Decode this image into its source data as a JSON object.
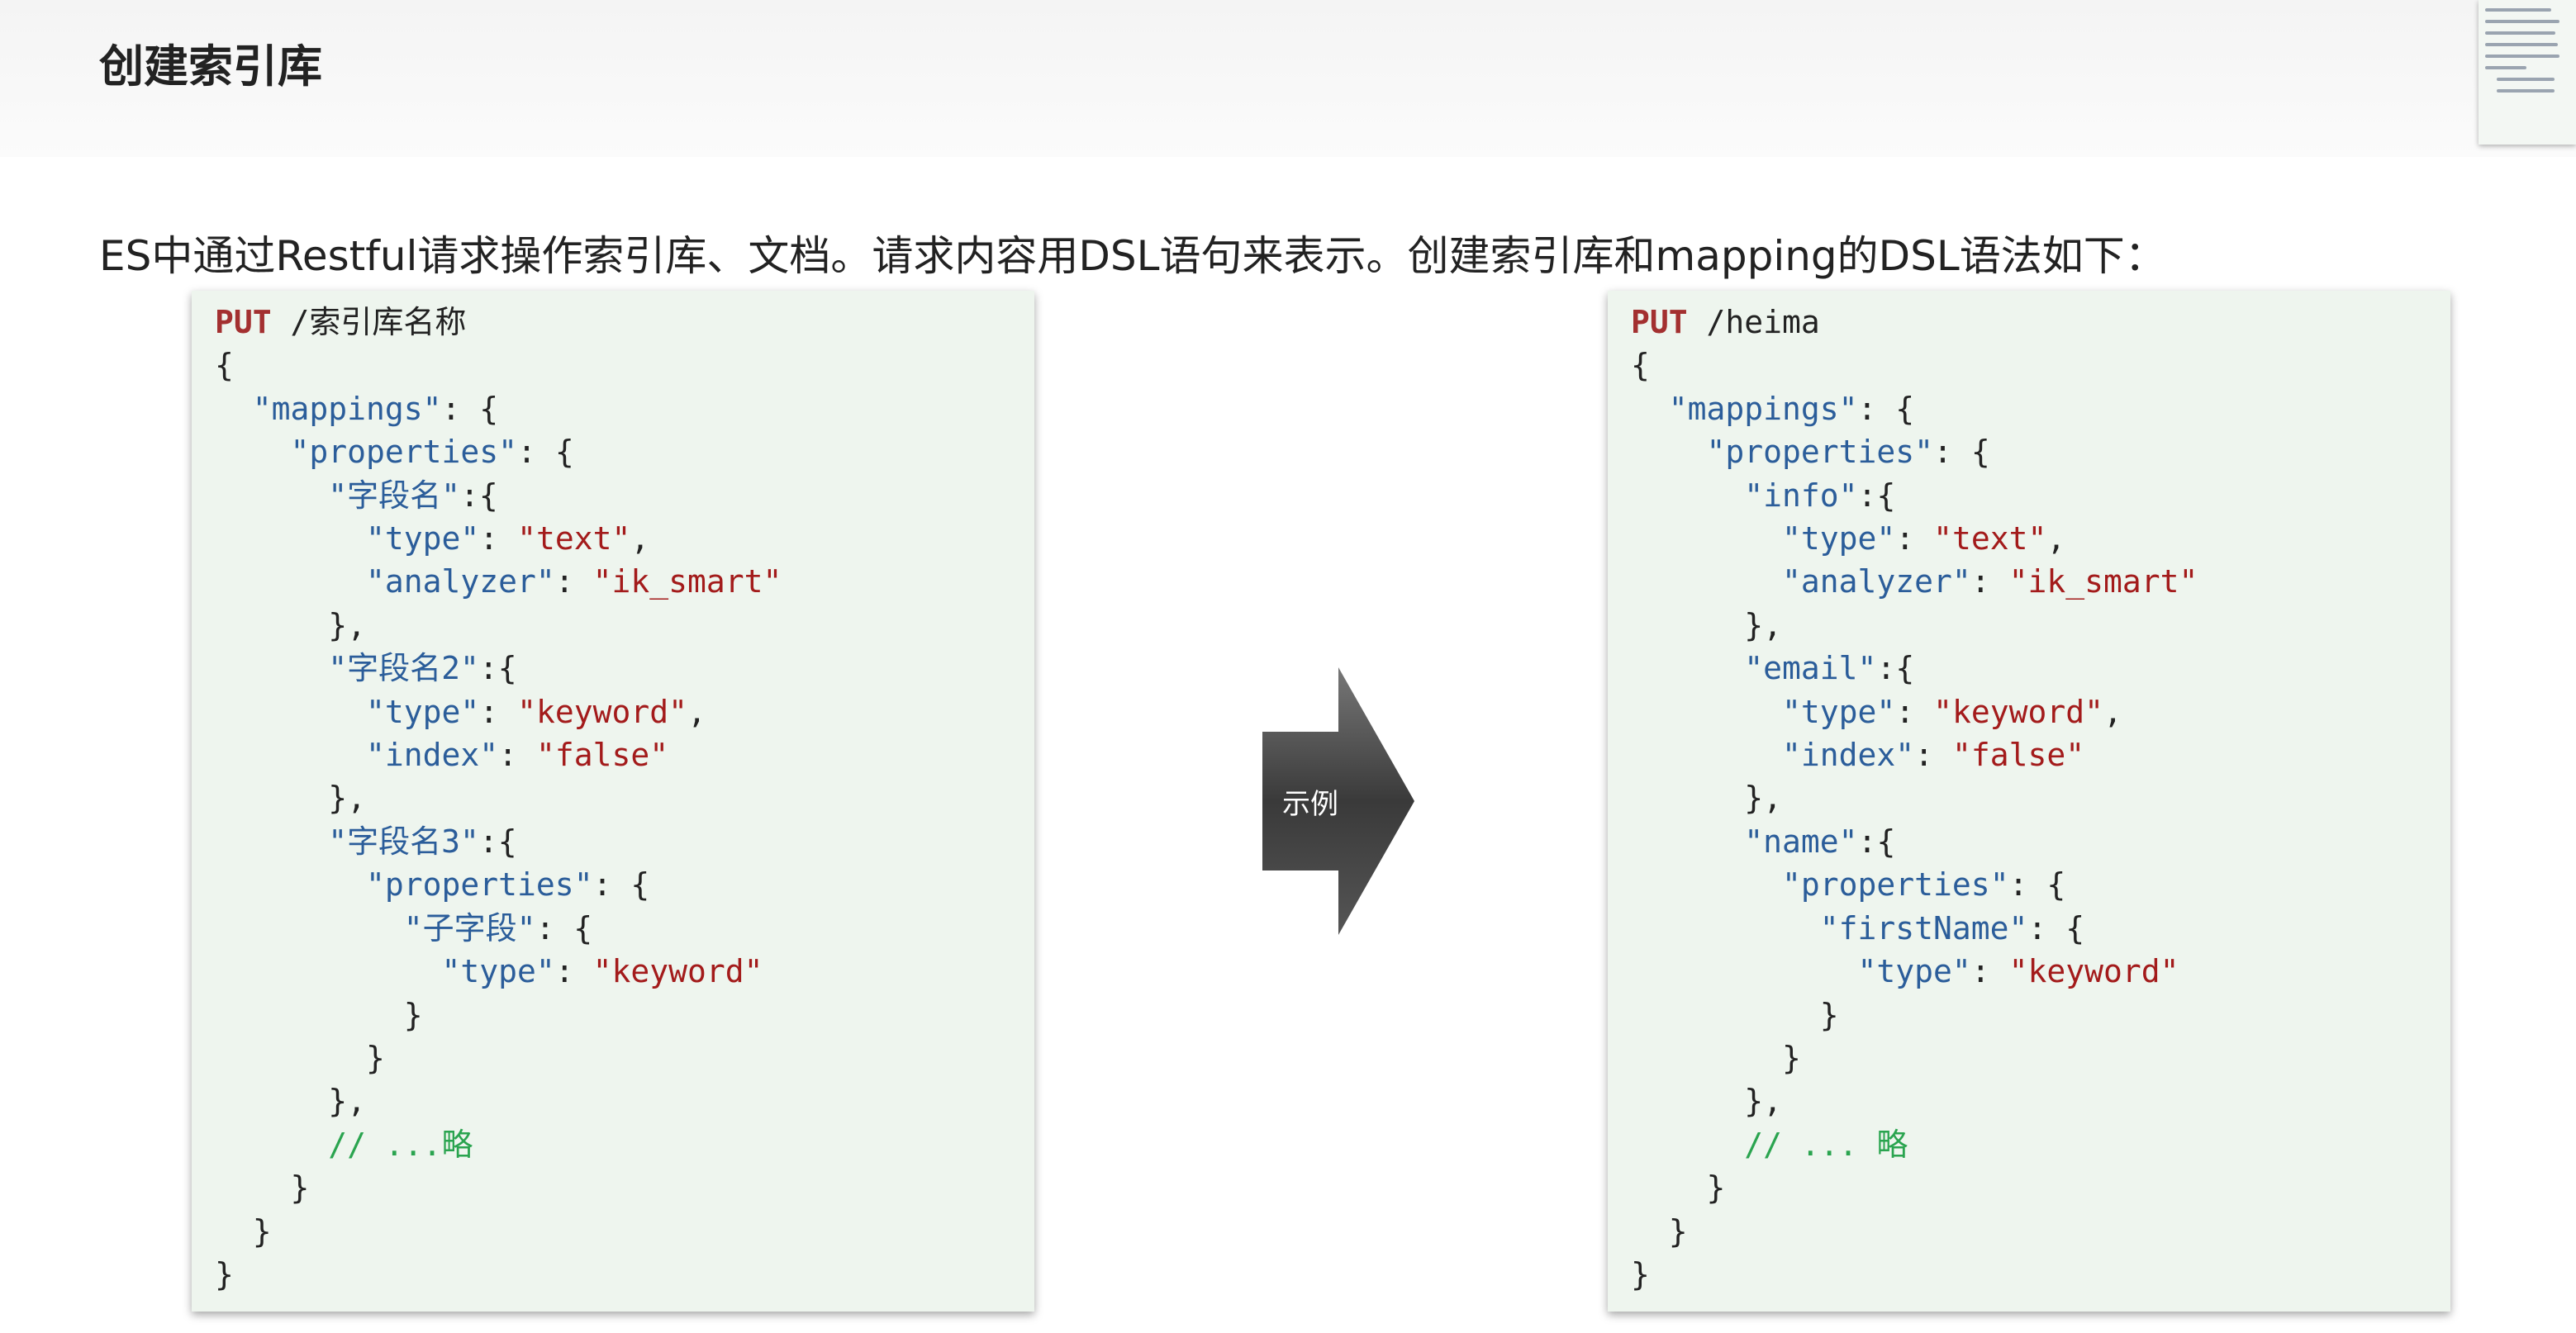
{
  "page": {
    "title": "创建索引库",
    "description": "ES中通过Restful请求操作索引库、文档。请求内容用DSL语句来表示。创建索引库和mapping的DSL语法如下："
  },
  "arrow": {
    "label": "示例",
    "color": "#444444"
  },
  "colors": {
    "key": "#2b5d9a",
    "string": "#a31b1b",
    "method": "#a33030",
    "comment": "#2aa44f",
    "code_bg": "#eef5ee"
  },
  "syntax_code": [
    [
      [
        "m",
        "PUT"
      ],
      [
        "p",
        " /索引库名称"
      ]
    ],
    [
      [
        "p",
        "{"
      ]
    ],
    [
      [
        "p",
        "  "
      ],
      [
        "k",
        "\"mappings\""
      ],
      [
        "p",
        ": {"
      ]
    ],
    [
      [
        "p",
        "    "
      ],
      [
        "k",
        "\"properties\""
      ],
      [
        "p",
        ": {"
      ]
    ],
    [
      [
        "p",
        "      "
      ],
      [
        "k",
        "\"字段名\""
      ],
      [
        "p",
        ":{"
      ]
    ],
    [
      [
        "p",
        "        "
      ],
      [
        "k",
        "\"type\""
      ],
      [
        "p",
        ": "
      ],
      [
        "s",
        "\"text\""
      ],
      [
        "p",
        ","
      ]
    ],
    [
      [
        "p",
        "        "
      ],
      [
        "k",
        "\"analyzer\""
      ],
      [
        "p",
        ": "
      ],
      [
        "s",
        "\"ik_smart\""
      ]
    ],
    [
      [
        "p",
        "      },"
      ]
    ],
    [
      [
        "p",
        "      "
      ],
      [
        "k",
        "\"字段名2\""
      ],
      [
        "p",
        ":{"
      ]
    ],
    [
      [
        "p",
        "        "
      ],
      [
        "k",
        "\"type\""
      ],
      [
        "p",
        ": "
      ],
      [
        "s",
        "\"keyword\""
      ],
      [
        "p",
        ","
      ]
    ],
    [
      [
        "p",
        "        "
      ],
      [
        "k",
        "\"index\""
      ],
      [
        "p",
        ": "
      ],
      [
        "s",
        "\"false\""
      ]
    ],
    [
      [
        "p",
        "      },"
      ]
    ],
    [
      [
        "p",
        "      "
      ],
      [
        "k",
        "\"字段名3\""
      ],
      [
        "p",
        ":{"
      ]
    ],
    [
      [
        "p",
        "        "
      ],
      [
        "k",
        "\"properties\""
      ],
      [
        "p",
        ": {"
      ]
    ],
    [
      [
        "p",
        "          "
      ],
      [
        "k",
        "\"子字段\""
      ],
      [
        "p",
        ": {"
      ]
    ],
    [
      [
        "p",
        "            "
      ],
      [
        "k",
        "\"type\""
      ],
      [
        "p",
        ": "
      ],
      [
        "s",
        "\"keyword\""
      ]
    ],
    [
      [
        "p",
        "          }"
      ]
    ],
    [
      [
        "p",
        "        }"
      ]
    ],
    [
      [
        "p",
        "      },"
      ]
    ],
    [
      [
        "p",
        "      "
      ],
      [
        "c",
        "// ...略"
      ]
    ],
    [
      [
        "p",
        "    }"
      ]
    ],
    [
      [
        "p",
        "  }"
      ]
    ],
    [
      [
        "p",
        "}"
      ]
    ]
  ],
  "example_code": [
    [
      [
        "m",
        "PUT"
      ],
      [
        "p",
        " /heima"
      ]
    ],
    [
      [
        "p",
        "{"
      ]
    ],
    [
      [
        "p",
        "  "
      ],
      [
        "k",
        "\"mappings\""
      ],
      [
        "p",
        ": {"
      ]
    ],
    [
      [
        "p",
        "    "
      ],
      [
        "k",
        "\"properties\""
      ],
      [
        "p",
        ": {"
      ]
    ],
    [
      [
        "p",
        "      "
      ],
      [
        "k",
        "\"info\""
      ],
      [
        "p",
        ":{"
      ]
    ],
    [
      [
        "p",
        "        "
      ],
      [
        "k",
        "\"type\""
      ],
      [
        "p",
        ": "
      ],
      [
        "s",
        "\"text\""
      ],
      [
        "p",
        ","
      ]
    ],
    [
      [
        "p",
        "        "
      ],
      [
        "k",
        "\"analyzer\""
      ],
      [
        "p",
        ": "
      ],
      [
        "s",
        "\"ik_smart\""
      ]
    ],
    [
      [
        "p",
        "      },"
      ]
    ],
    [
      [
        "p",
        "      "
      ],
      [
        "k",
        "\"email\""
      ],
      [
        "p",
        ":{"
      ]
    ],
    [
      [
        "p",
        "        "
      ],
      [
        "k",
        "\"type\""
      ],
      [
        "p",
        ": "
      ],
      [
        "s",
        "\"keyword\""
      ],
      [
        "p",
        ","
      ]
    ],
    [
      [
        "p",
        "        "
      ],
      [
        "k",
        "\"index\""
      ],
      [
        "p",
        ": "
      ],
      [
        "s",
        "\"false\""
      ]
    ],
    [
      [
        "p",
        "      },"
      ]
    ],
    [
      [
        "p",
        "      "
      ],
      [
        "k",
        "\"name\""
      ],
      [
        "p",
        ":{"
      ]
    ],
    [
      [
        "p",
        "        "
      ],
      [
        "k",
        "\"properties\""
      ],
      [
        "p",
        ": {"
      ]
    ],
    [
      [
        "p",
        "          "
      ],
      [
        "k",
        "\"firstName\""
      ],
      [
        "p",
        ": {"
      ]
    ],
    [
      [
        "p",
        "            "
      ],
      [
        "k",
        "\"type\""
      ],
      [
        "p",
        ": "
      ],
      [
        "s",
        "\"keyword\""
      ]
    ],
    [
      [
        "p",
        "          }"
      ]
    ],
    [
      [
        "p",
        "        }"
      ]
    ],
    [
      [
        "p",
        "      },"
      ]
    ],
    [
      [
        "p",
        "      "
      ],
      [
        "c",
        "// ... 略"
      ]
    ],
    [
      [
        "p",
        "    }"
      ]
    ],
    [
      [
        "p",
        "  }"
      ]
    ],
    [
      [
        "p",
        "}"
      ]
    ]
  ]
}
